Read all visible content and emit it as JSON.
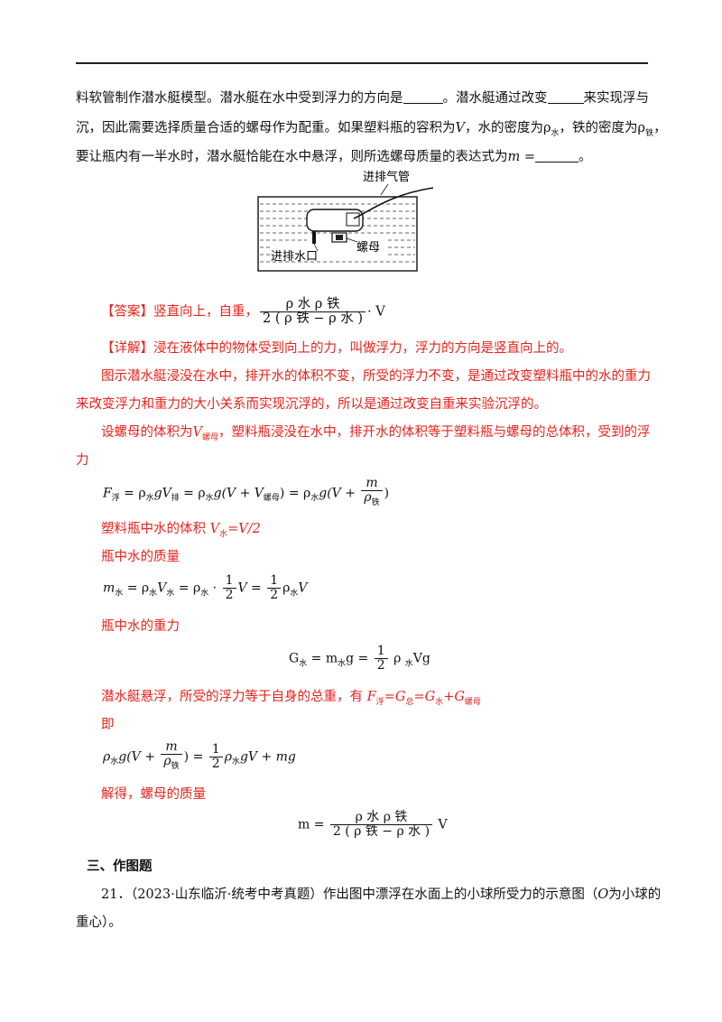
{
  "question_lines": {
    "l1": [
      "料软管制作潜水艇模型。潜水艇在水中受到浮力的方向是",
      "。潜水艇通过改变",
      "来实现浮与"
    ],
    "l2": [
      "沉，因此需要选择质量合适的螺母作为配重。如果塑料瓶的容积为",
      "V",
      "，水的密度为ρ",
      "水",
      "，铁的密度为ρ",
      "铁",
      "，"
    ],
    "l3": [
      "要让瓶内有一半水时，潜水艇恰能在水中悬浮，则所选螺母质量的表达式为",
      "m",
      " =",
      "。"
    ]
  },
  "figure": {
    "label_tube": "进排气管",
    "label_nut": "螺母",
    "label_port": "进排水口"
  },
  "answer": {
    "tag": "【答案】",
    "text": "竖直向上，自重，",
    "num": "ρ 水 ρ 铁",
    "den": "2 ( ρ 铁 − ρ 水 )",
    "tail": "· V"
  },
  "detail": {
    "tag": "【详解】",
    "p1": "浸在液体中的物体受到向上的力，叫做浮力，浮力的方向是竖直向上的。",
    "p2a": "图示潜水艇浸没在水中，排开水的体积不变，所受的浮力不变，是通过改变塑料瓶中的水的重力",
    "p2b": "来改变浮力和重力的大小关系而实现沉浮的，所以是通过改变自重来实验沉浮的。",
    "p3a_1": "设螺母的体积为",
    "p3a_v": "V",
    "p3a_sub": "螺母",
    "p3a_2": "，塑料瓶浸没在水中，排开水的体积等于塑料瓶与螺母的总体积，受到的浮",
    "p3b": "力",
    "f1_lhs": "F",
    "f1_lhs_sub": "浮",
    "f1_mid": " = ρ",
    "f1_sub_w": "水",
    "f1_mid2": "gV",
    "f1_sub_pai": "排",
    "f1_mid3": " = ρ",
    "f1_mid4": "g(V + V",
    "f1_sub_nut": "螺母",
    "f1_mid5": ") = ρ",
    "f1_mid6": "g(V + ",
    "f1_num": "m",
    "f1_den": "ρ",
    "f1_den_sub": "铁",
    "f1_end": ")",
    "p4_1": "塑料瓶中水的体积 ",
    "p4_v": "V",
    "p4_sub": "水",
    "p4_2": "=V/2",
    "p5": "瓶中水的质量",
    "f2_a": "m",
    "f2_a_sub": "水",
    "f2_b": " = ρ",
    "f2_c": "V",
    "f2_d": " = ρ",
    "f2_e": " · ",
    "f2_half": "1",
    "f2_two": "2",
    "f2_f": "V = ",
    "f2_g": "ρ",
    "f2_h": "V",
    "p6": "瓶中水的重力",
    "f3_a": "G",
    "f3_a_sub": "水",
    "f3_b": " = m",
    "f3_c": "g = ",
    "f3_d": " ρ ",
    "f3_e": "Vg",
    "p7_1": "潜水艇悬浮，所受的浮力等于自身的总重，有 ",
    "p7_F": "F",
    "p7_Fsub": "浮",
    "p7_eq": "=G",
    "p7_zong": "总",
    "p7_eq2": "=G",
    "p7_shui": "水",
    "p7_plus": "+G",
    "p7_nut": "螺母",
    "p8": "即",
    "f4_a": "ρ",
    "f4_b": "g(V + ",
    "f4_c": ") = ",
    "f4_d": "ρ",
    "f4_e": "gV + mg",
    "p9": "解得，螺母的质量",
    "f5_lhs": "m = ",
    "f5_tail": " V"
  },
  "section3": {
    "title": "三、作图题",
    "q21a": "21．（2023·山东临沂·统考中考真题）作出图中漂浮在水面上的小球所受力的示意图（",
    "q21_O": "O",
    "q21b": "为小球的",
    "q21c": "重心）。"
  }
}
